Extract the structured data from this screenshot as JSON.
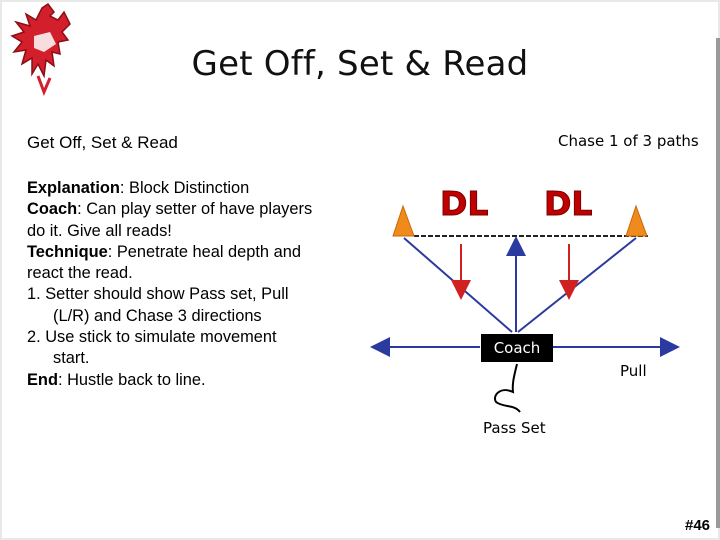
{
  "title": "Get Off, Set & Read",
  "subtitle": "Get Off, Set & Read",
  "chase_label": "Chase 1 of 3 paths",
  "body": {
    "explanation_label": "Explanation",
    "explanation_text": ": Block Distinction",
    "coach_label": "Coach",
    "coach_text_1": ": Can play setter of have players",
    "coach_text_2": "do it.  Give all reads!",
    "technique_label": "Technique",
    "technique_text_1": ":  Penetrate heal depth and",
    "technique_text_2": "react the read.",
    "item1_1": "1.  Setter should show Pass set, Pull",
    "item1_2": "(L/R) and Chase 3 directions",
    "item2_1": "2.  Use stick to simulate movement",
    "item2_2": "start.",
    "end_label": "End",
    "end_text": ": Hustle back to line."
  },
  "diagram": {
    "dl_left": "DL",
    "dl_right": "DL",
    "coach": "Coach",
    "pull": "Pull",
    "pass_set": "Pass Set"
  },
  "slide_number": "#46",
  "colors": {
    "arrow_blue": "#2b3a9e",
    "arrow_red": "#d02020",
    "cone_orange": "#f08a1c",
    "dl_red": "#c00000"
  }
}
